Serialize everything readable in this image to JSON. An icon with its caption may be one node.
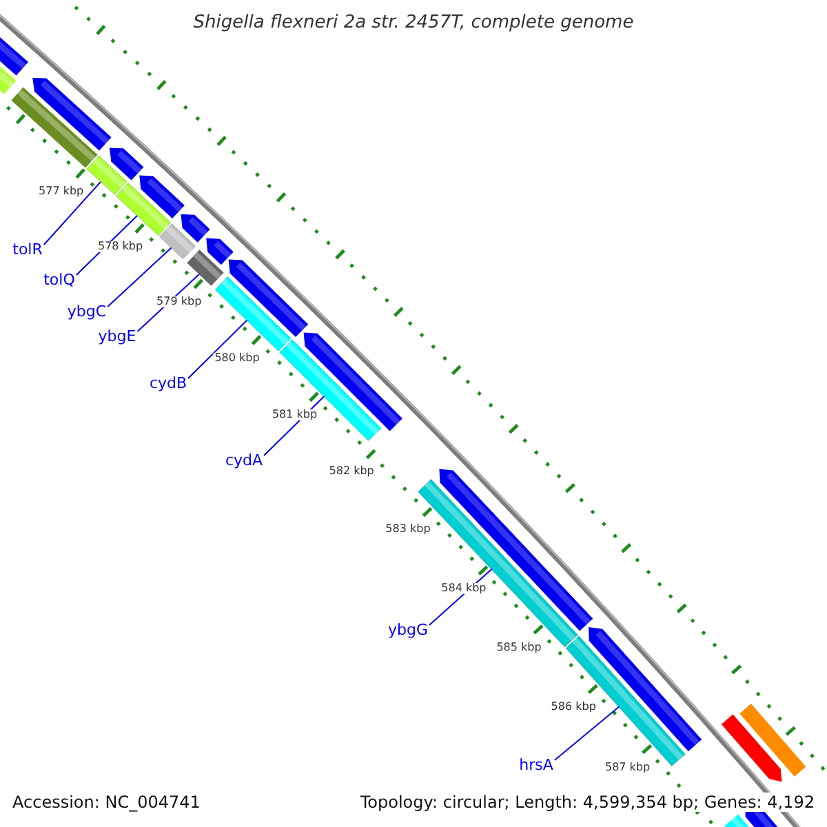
{
  "diagram": {
    "title": "Shigella flexneri 2a str. 2457T, complete genome",
    "nodes": [
      {
        "text": [
          "tolR"
        ]
      },
      {
        "text": [
          "tolQ"
        ]
      },
      {
        "text": [
          "ybgC"
        ]
      },
      {
        "text": [
          "ybgE"
        ]
      },
      {
        "text": [
          "cydB"
        ]
      },
      {
        "text": [
          "cydA"
        ]
      },
      {
        "text": [
          "ybgG"
        ]
      },
      {
        "text": [
          "hrsA"
        ]
      },
      {
        "text": [],
        "shape": "bar"
      },
      {
        "text": [],
        "shape": "bar"
      },
      {
        "text": [],
        "shape": "bar"
      },
      {
        "text": [],
        "shape": "bar"
      },
      {
        "text": [],
        "shape": "bar"
      },
      {
        "text": [],
        "shape": "bar"
      },
      {
        "text": [],
        "shape": "bar"
      },
      {
        "text": [],
        "shape": "bar"
      }
    ],
    "edges": [
      {
        "from": 0,
        "to": 8,
        "arrow": "none"
      },
      {
        "from": 1,
        "to": 9,
        "arrow": "none"
      },
      {
        "from": 2,
        "to": 10,
        "arrow": "none"
      },
      {
        "from": 3,
        "to": 11,
        "arrow": "none"
      },
      {
        "from": 4,
        "to": 12,
        "arrow": "none"
      },
      {
        "from": 5,
        "to": 13,
        "arrow": "none"
      },
      {
        "from": 6,
        "to": 14,
        "arrow": "none"
      },
      {
        "from": 7,
        "to": 15,
        "arrow": "none"
      }
    ],
    "labels": [
      "577 kbp",
      "578 kbp",
      "579 kbp",
      "580 kbp",
      "581 kbp",
      "582 kbp",
      "583 kbp",
      "584 kbp",
      "585 kbp",
      "586 kbp",
      "587 kbp",
      "Accession: NC_004741",
      "Topology: circular; Length: 4,599,354 bp; Genes: 4,192"
    ]
  }
}
